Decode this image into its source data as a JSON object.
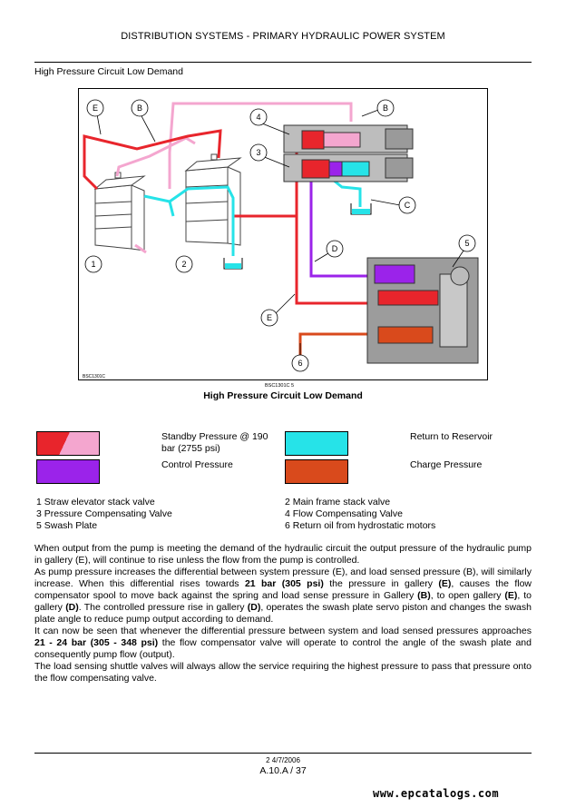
{
  "header": {
    "title": "DISTRIBUTION SYSTEMS - PRIMARY HYDRAULIC POWER SYSTEM"
  },
  "section_heading": "High Pressure Circuit Low Demand",
  "diagram": {
    "figure_id": "BSC1301C",
    "figure_id_small": "BSC1301C    5",
    "callouts": [
      "1",
      "2",
      "3",
      "4",
      "5",
      "6",
      "B",
      "C",
      "D",
      "E"
    ]
  },
  "figure_caption": "High Pressure Circuit Low Demand",
  "legend": [
    {
      "label": "Standby Pressure @ 190 bar (2755 psi)",
      "colors": [
        "#e8252c",
        "#f4a6cf"
      ]
    },
    {
      "label": "Return to Reservoir",
      "colors": [
        "#26e3e8"
      ]
    },
    {
      "label": "Control Pressure",
      "colors": [
        "#9b23ea"
      ]
    },
    {
      "label": "Charge Pressure",
      "colors": [
        "#d94a1c"
      ]
    }
  ],
  "components": {
    "left": [
      "1 Straw elevator stack valve",
      "3 Pressure Compensating Valve",
      "5 Swash Plate"
    ],
    "right": [
      "2 Main frame stack valve",
      "4 Flow Compensating Valve",
      "6 Return oil from hydrostatic motors"
    ]
  },
  "body": {
    "p1": "When output from the pump is meeting the demand of the hydraulic circuit the output pressure of the hydraulic pump in gallery (E), will continue to rise unless the flow from the pump is controlled.",
    "p2a": "As pump pressure increases the differential between system pressure (E), and load sensed pressure (B), will similarly increase. When this differential rises towards ",
    "p2b": "21 bar (305 psi)",
    "p2c": " the pressure in gallery ",
    "p2d": "(E)",
    "p2e": ", causes the flow compensator spool to move back against the spring and load sense pressure in Gallery ",
    "p2f": "(B)",
    "p2g": ", to open gallery ",
    "p2h": "(E)",
    "p2i": ", to gallery ",
    "p2j": "(D)",
    "p2k": ". The controlled pressure rise in gallery ",
    "p2l": "(D)",
    "p2m": ", operates the swash plate servo piston and changes the swash plate angle to reduce pump output according to demand.",
    "p3a": "It can now be seen that whenever the differential pressure between system and load sensed pressures approaches ",
    "p3b": "21 - 24 bar (305 - 348 psi)",
    "p3c": " the flow compensator valve will operate to control the angle of the swash plate and consequently pump flow (output).",
    "p4": "The load sensing shuttle valves will always allow the service requiring the highest pressure to pass that pressure onto the flow compensating valve."
  },
  "footer": {
    "date": "2 4/7/2006",
    "page": "A.10.A / 37"
  },
  "watermark": "www.epcatalogs.com"
}
